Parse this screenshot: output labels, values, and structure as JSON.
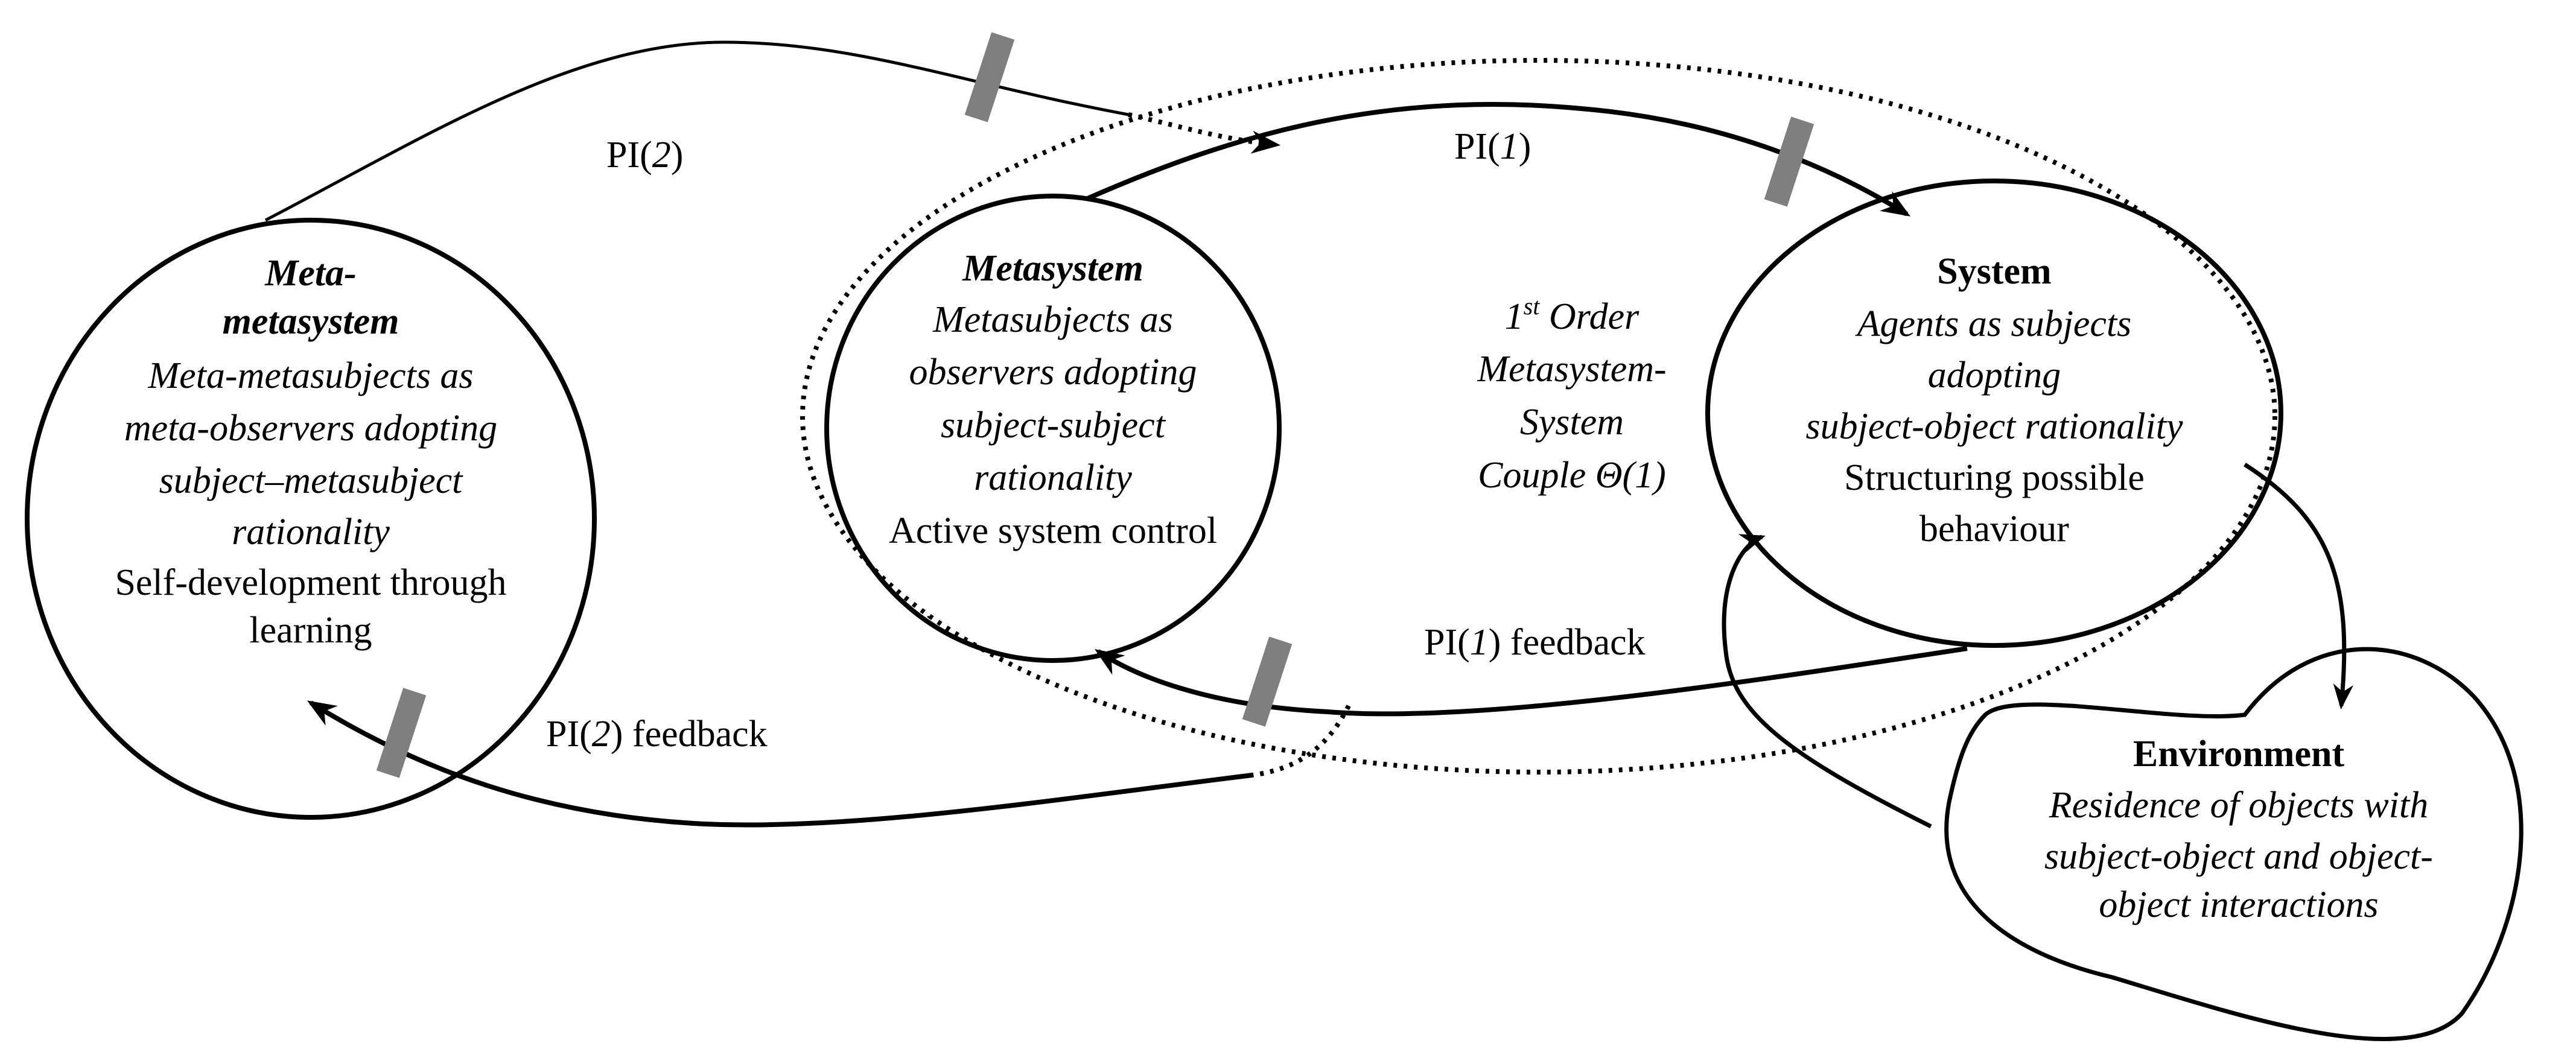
{
  "nodes": {
    "meta_metasystem": {
      "title_line1": "Meta-",
      "title_line2": "metasystem",
      "desc": [
        "Meta-metasubjects as",
        "meta-observers adopting",
        "subject–metasubject",
        "rationality"
      ],
      "role": [
        "Self-development through",
        "learning"
      ]
    },
    "metasystem": {
      "title": "Metasystem",
      "desc": [
        "Metasubjects as",
        "observers adopting",
        "subject-subject",
        "rationality"
      ],
      "role": [
        "Active system control"
      ]
    },
    "system": {
      "title": "System",
      "desc": [
        "Agents as subjects",
        "adopting",
        "subject-object rationality"
      ],
      "role": [
        "Structuring possible",
        "behaviour"
      ]
    },
    "environment": {
      "title": "Environment",
      "desc": [
        "Residence of objects with",
        "subject-object and object-",
        "object interactions"
      ]
    }
  },
  "couple": {
    "line1_num": "1",
    "line1_sup": "st",
    "line1_rest": " Order",
    "line2": "Metasystem-",
    "line3": "System",
    "line4": "Couple Θ(1)"
  },
  "flows": {
    "pi2": {
      "prefix": "PI(",
      "index": "2",
      "suffix": ")"
    },
    "pi1": {
      "prefix": "PI(",
      "index": "1",
      "suffix": ")"
    },
    "pi1_feedback": {
      "prefix": "PI(",
      "index": "1",
      "suffix": ") feedback"
    },
    "pi2_feedback": {
      "prefix": "PI(",
      "index": "2",
      "suffix": ") feedback"
    }
  },
  "colors": {
    "line": "#000000",
    "bar": "#7f7f7f",
    "background": "#ffffff"
  }
}
